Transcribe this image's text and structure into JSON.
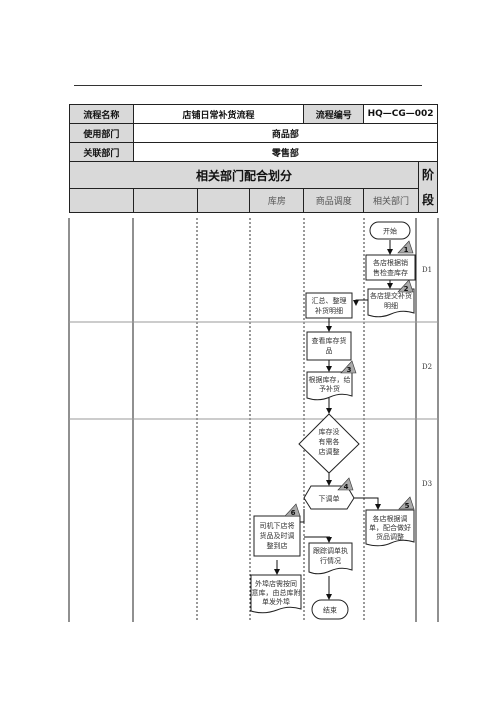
{
  "header": {
    "process_name_label": "流程名称",
    "process_name_value": "店铺日常补货流程",
    "process_no_label": "流程编号",
    "process_no_value": "HQ—CG—002",
    "user_dept_label": "使用部门",
    "user_dept_value": "商品部",
    "related_dept_label": "关联部门",
    "related_dept_value": "零售部",
    "division_title": "相关部门配合划分",
    "stage_label_1": "阶",
    "stage_label_2": "段",
    "lanes": [
      "",
      "",
      "",
      "库房",
      "商品调度",
      "相关部门"
    ]
  },
  "stages": [
    "D1",
    "D2",
    "D3"
  ],
  "nodes": {
    "start": "开始",
    "store_check_1": "各店根据销",
    "store_check_2": "售检查库存",
    "store_submit_1": "各店提交补货",
    "store_submit_2": "明细",
    "summarize_1": "汇总、整理",
    "summarize_2": "补货明细",
    "check_stock_1": "查看库存货",
    "check_stock_2": "品",
    "replenish_1": "根据库存，给",
    "replenish_2": "予补货",
    "decision_1": "库存没",
    "decision_2": "有需各",
    "decision_3": "店调整",
    "order": "下调单",
    "store_adjust_1": "各店根据调",
    "store_adjust_2": "单，配合做好",
    "store_adjust_3": "货品调整",
    "driver_1": "司机下店将",
    "driver_2": "货品及时调",
    "driver_3": "整到店",
    "track_1": "跟踪调单执",
    "track_2": "行情况",
    "outside_1": "外埠店需按同",
    "outside_2": "意库，由总库附",
    "outside_3": "单发外埠",
    "end": "结束"
  },
  "step_numbers": [
    "1",
    "2",
    "3",
    "4",
    "5",
    "6"
  ]
}
